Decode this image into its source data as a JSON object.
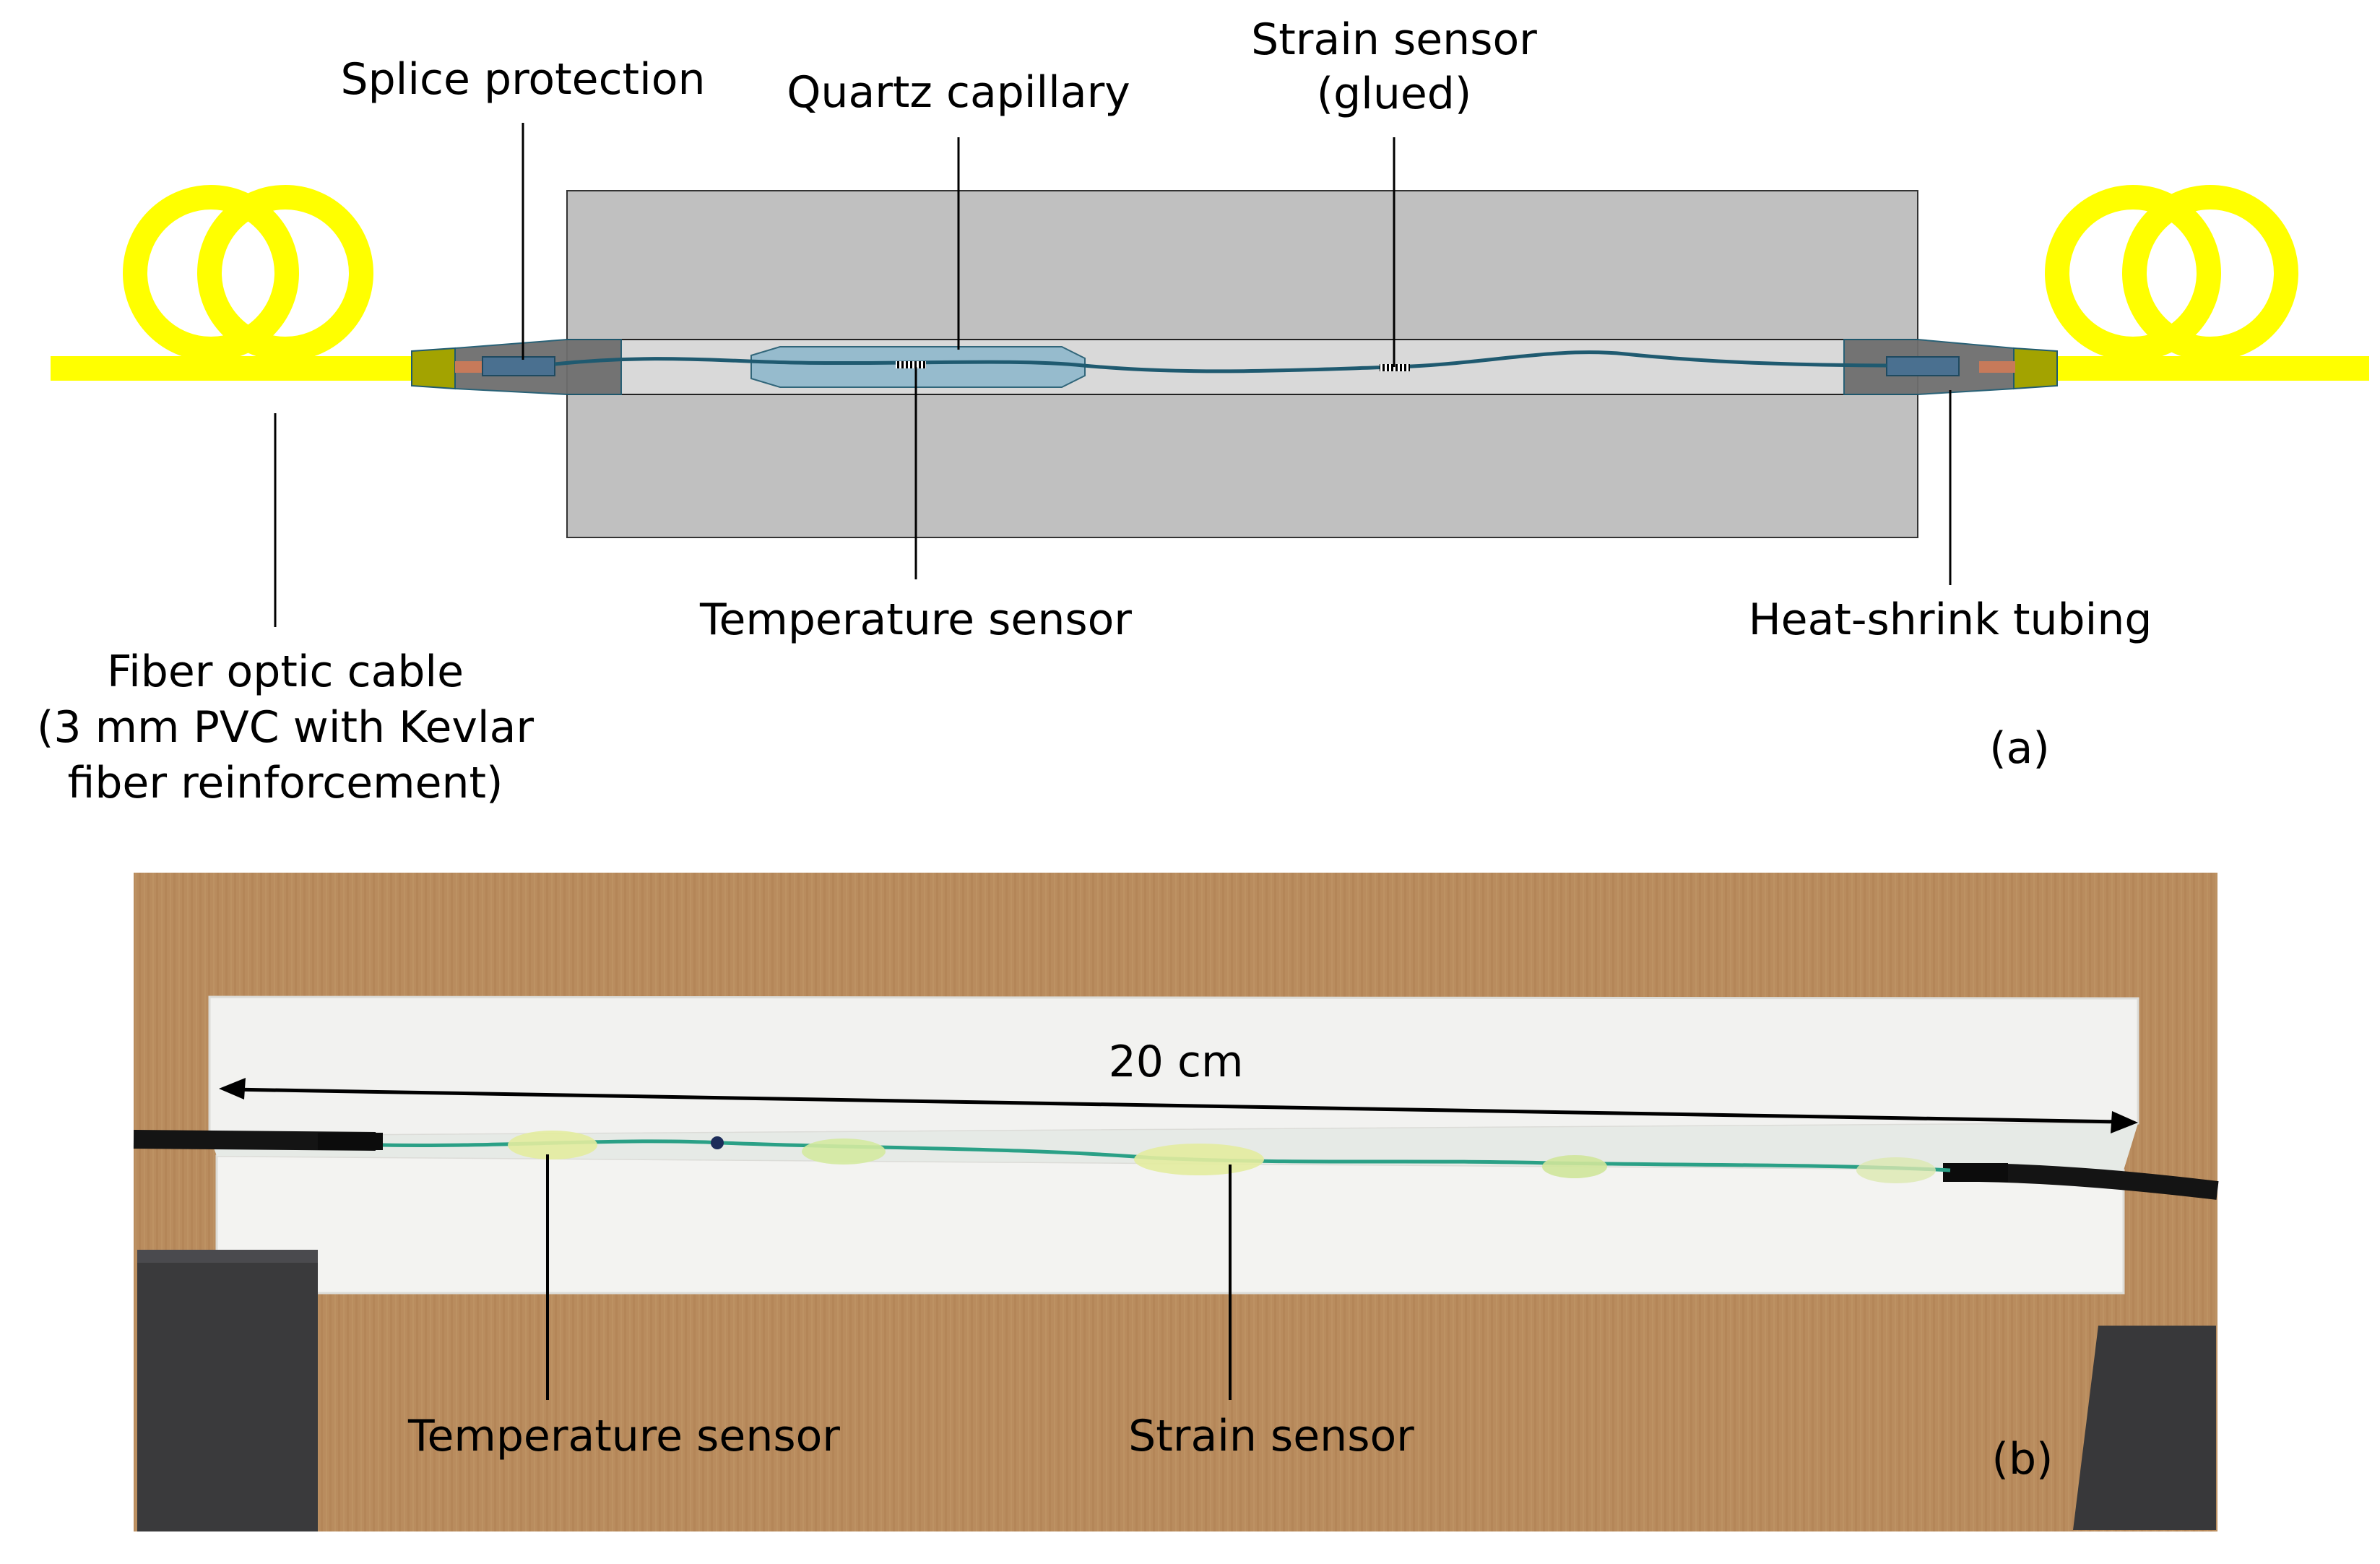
{
  "panel_a": {
    "labels": {
      "splice_protection": "Splice protection",
      "quartz_capillary": "Quartz capillary",
      "strain_sensor_line1": "Strain sensor",
      "strain_sensor_line2": "(glued)",
      "temperature_sensor": "Temperature sensor",
      "heat_shrink_tubing": "Heat-shrink tubing",
      "fiber_cable_line1": "Fiber optic cable",
      "fiber_cable_line2": "(3 mm PVC with Kevlar",
      "fiber_cable_line3": "fiber reinforcement)",
      "panel_letter": "(a)"
    },
    "colors": {
      "cable": "#ffff00",
      "block": "#c0c0c0",
      "groove": "#d9d9d9",
      "capillary": "#8fb8cc",
      "fiber": "#1f5a70",
      "heat_shrink": "#a3a300",
      "splice": "#4a7090"
    }
  },
  "panel_b": {
    "labels": {
      "dimension": "20 cm",
      "temperature_sensor": "Temperature sensor",
      "strain_sensor": "Strain sensor",
      "panel_letter": "(b)"
    },
    "colors": {
      "cardboard": "#b88a5c",
      "plate": "#f2f2f0",
      "clamp": "#3a3a3c",
      "fiber": "#2aa086",
      "glue": "#e3ec9e"
    }
  }
}
